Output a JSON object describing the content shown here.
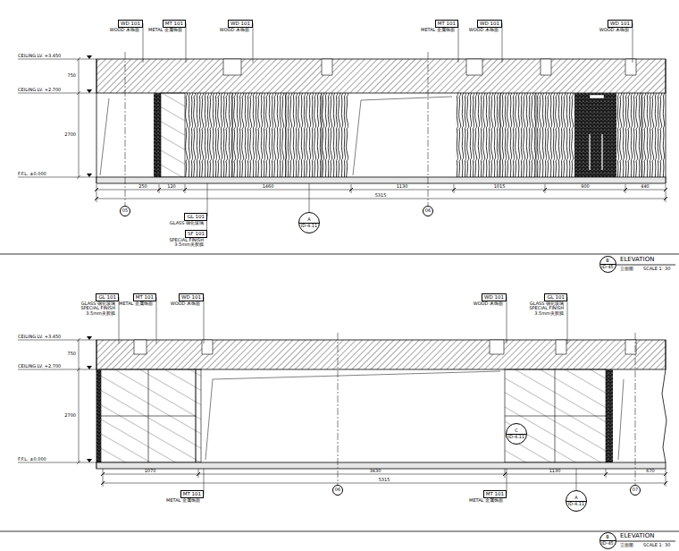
{
  "diagram": {
    "nodes": [
      {
        "text": [
          "WD 101",
          "WOOD 木饰面"
        ]
      },
      {
        "text": [
          "MT 101",
          "METAL 金属饰面"
        ]
      },
      {
        "text": [
          "WD 101",
          "WOOD 木饰面"
        ]
      },
      {
        "text": [
          "MT 101",
          "METAL 金属饰面"
        ]
      },
      {
        "text": [
          "WD 101",
          "WOOD 木饰面"
        ]
      },
      {
        "text": [
          "WD 101",
          "WOOD 木饰面"
        ]
      },
      {
        "text": [
          "05"
        ]
      },
      {
        "text": [
          "GL 101",
          "GLASS 钢化玻璃"
        ]
      },
      {
        "text": [
          "SF 101",
          "SPECIAL FINISH 3.5mm夹胶膜"
        ]
      },
      {
        "text": [
          "A",
          "ID-4.11"
        ]
      },
      {
        "text": [
          "06"
        ]
      },
      {
        "text": [
          "B",
          "ID-45"
        ]
      },
      {
        "text": [
          "GL 101",
          "GLASS 钢化玻璃",
          "SPECIAL FINISH 3.5mm夹胶膜"
        ]
      },
      {
        "text": [
          "MT 101",
          "METAL 金属饰面"
        ]
      },
      {
        "text": [
          "WD 101",
          "WOOD 木饰面"
        ]
      },
      {
        "text": [
          "WD 101",
          "WOOD 木饰面"
        ]
      },
      {
        "text": [
          "GL 101",
          "GLASS 钢化玻璃",
          "SPECIAL FINISH 3.5mm夹胶膜"
        ]
      },
      {
        "text": [
          "C",
          "ID-4.11"
        ]
      },
      {
        "text": [
          "MT 101",
          "METAL 金属饰面"
        ]
      },
      {
        "text": [
          "06"
        ]
      },
      {
        "text": [
          "MT 101",
          "METAL 金属饰面"
        ]
      },
      {
        "text": [
          "A",
          "ID-4.11"
        ]
      },
      {
        "text": [
          "07"
        ]
      },
      {
        "text": [
          "B",
          "ID-45"
        ]
      }
    ],
    "edges": [
      {
        "from": 7,
        "to": 8,
        "arrow": "none"
      }
    ],
    "labels": [
      "CEILING LV. +3.450",
      "CEILING LV. +2.700",
      "F.F.L. ±0.000",
      "750",
      "2700",
      "250",
      "120",
      "1460",
      "1130",
      "1015",
      "900",
      "440",
      "5315",
      "ELEVATION",
      "立面图",
      "SCALE 1: 30",
      "CEILING LV. +3.450",
      "CEILING LV. +2.700",
      "F.F.L. ±0.000",
      "750",
      "2700",
      "1070",
      "3430",
      "1130",
      "670",
      "5315",
      "ELEVATION",
      "立面图",
      "SCALE 1: 30"
    ]
  }
}
